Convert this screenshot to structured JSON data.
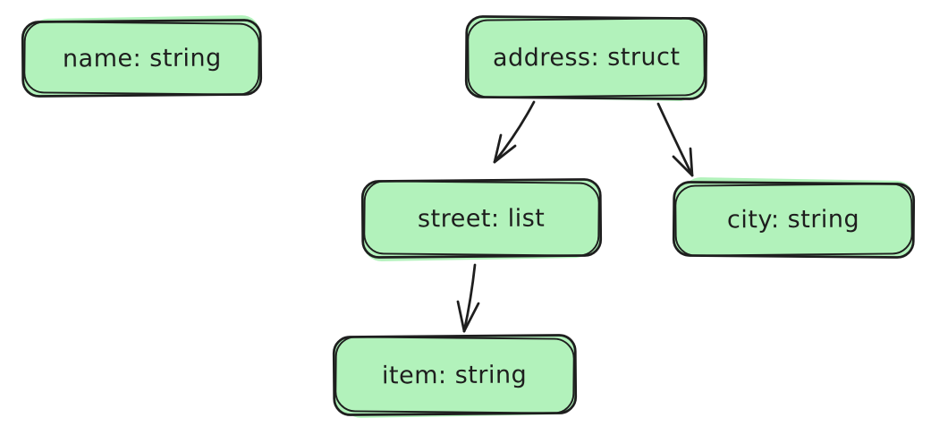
{
  "diagram": {
    "kind": "schema-tree",
    "style": "hand-drawn",
    "background": "#ffffff",
    "colors": {
      "node_fill": "#b2f2bb",
      "node_stroke": "#1e1e1e",
      "text": "#1e1e1e"
    },
    "nodes": [
      {
        "id": "name",
        "label": "name: string"
      },
      {
        "id": "address",
        "label": "address: struct"
      },
      {
        "id": "street",
        "label": "street: list"
      },
      {
        "id": "city",
        "label": "city: string"
      },
      {
        "id": "item",
        "label": "item: string"
      }
    ],
    "edges": [
      {
        "from": "address",
        "to": "street"
      },
      {
        "from": "address",
        "to": "city"
      },
      {
        "from": "street",
        "to": "item"
      }
    ]
  }
}
